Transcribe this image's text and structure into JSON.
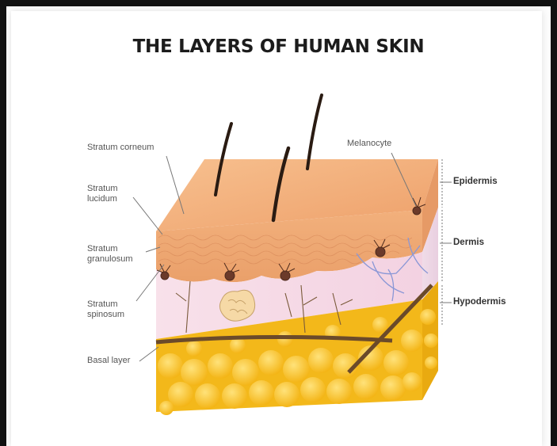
{
  "title": "THE LAYERS OF HUMAN SKIN",
  "left_labels": {
    "stratum_corneum": "Stratum corneum",
    "stratum_lucidum_line1": "Stratum",
    "stratum_lucidum_line2": "lucidum",
    "stratum_granulosum_line1": "Stratum",
    "stratum_granulosum_line2": "granulosum",
    "stratum_spinosum_line1": "Stratum",
    "stratum_spinosum_line2": "spinosum",
    "basal_layer": "Basal layer"
  },
  "top_labels": {
    "melanocyte": "Melanocyte"
  },
  "right_labels": {
    "epidermis": "Epidermis",
    "dermis": "Dermis",
    "hypodermis": "Hypodermis"
  },
  "colors": {
    "epidermis_top": "#f2b27a",
    "epidermis_side": "#f0a878",
    "dermis": "#f6dbe6",
    "hypodermis": "#f5c21a",
    "fat_cells": "#fbd04a",
    "melanocyte": "#6b3a2a",
    "hair": "#2a1b12",
    "vessel_blue": "#8a97d6",
    "vessel_brown": "#6b4a2a"
  }
}
